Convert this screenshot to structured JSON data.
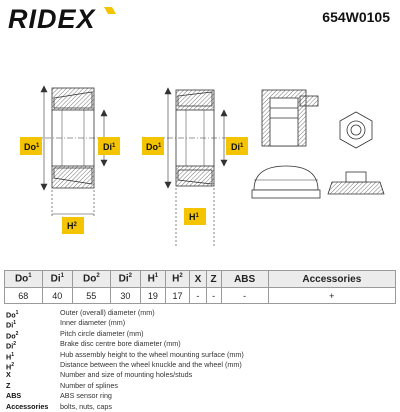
{
  "header": {
    "brand": "RIDEX",
    "part_number": "654W0105"
  },
  "drawing": {
    "labels": {
      "do1": "Do",
      "do1_sup": "1",
      "di1": "Di",
      "di1_sup": "1",
      "h2": "H",
      "h2_sup": "2",
      "do1b": "Do",
      "do1b_sup": "1",
      "di1b": "Di",
      "di1b_sup": "1",
      "h1": "H",
      "h1_sup": "1"
    }
  },
  "spec_table": {
    "headers": [
      {
        "base": "Do",
        "sup": "1"
      },
      {
        "base": "Di",
        "sup": "1"
      },
      {
        "base": "Do",
        "sup": "2"
      },
      {
        "base": "Di",
        "sup": "2"
      },
      {
        "base": "H",
        "sup": "1"
      },
      {
        "base": "H",
        "sup": "2"
      },
      {
        "base": "X",
        "sup": ""
      },
      {
        "base": "Z",
        "sup": ""
      },
      {
        "base": "ABS",
        "sup": ""
      },
      {
        "base": "Accessories",
        "sup": ""
      }
    ],
    "values": [
      "68",
      "40",
      "55",
      "30",
      "19",
      "17",
      "-",
      "-",
      "-",
      "+"
    ]
  },
  "legend": [
    {
      "key": "Do",
      "sup": "1",
      "desc": "Outer (overall) diameter (mm)"
    },
    {
      "key": "Di",
      "sup": "1",
      "desc": "Inner diameter (mm)"
    },
    {
      "key": "Do",
      "sup": "2",
      "desc": "Pitch circle diameter (mm)"
    },
    {
      "key": "Di",
      "sup": "2",
      "desc": "Brake disc centre bore diameter (mm)"
    },
    {
      "key": "H",
      "sup": "1",
      "desc": "Hub assembly height to the wheel mounting surface (mm)"
    },
    {
      "key": "H",
      "sup": "2",
      "desc": "Distance between the wheel knuckle and the wheel (mm)"
    },
    {
      "key": "X",
      "sup": "",
      "desc": "Number and size of mounting holes/studs"
    },
    {
      "key": "Z",
      "sup": "",
      "desc": "Number of splines"
    },
    {
      "key": "ABS",
      "sup": "",
      "desc": "ABS sensor ring"
    },
    {
      "key": "Accessories",
      "sup": "",
      "desc": "bolts, nuts, caps"
    }
  ],
  "colors": {
    "brand": "#111111",
    "accent": "#f5c400",
    "line": "#333333",
    "hatch": "#777777"
  }
}
